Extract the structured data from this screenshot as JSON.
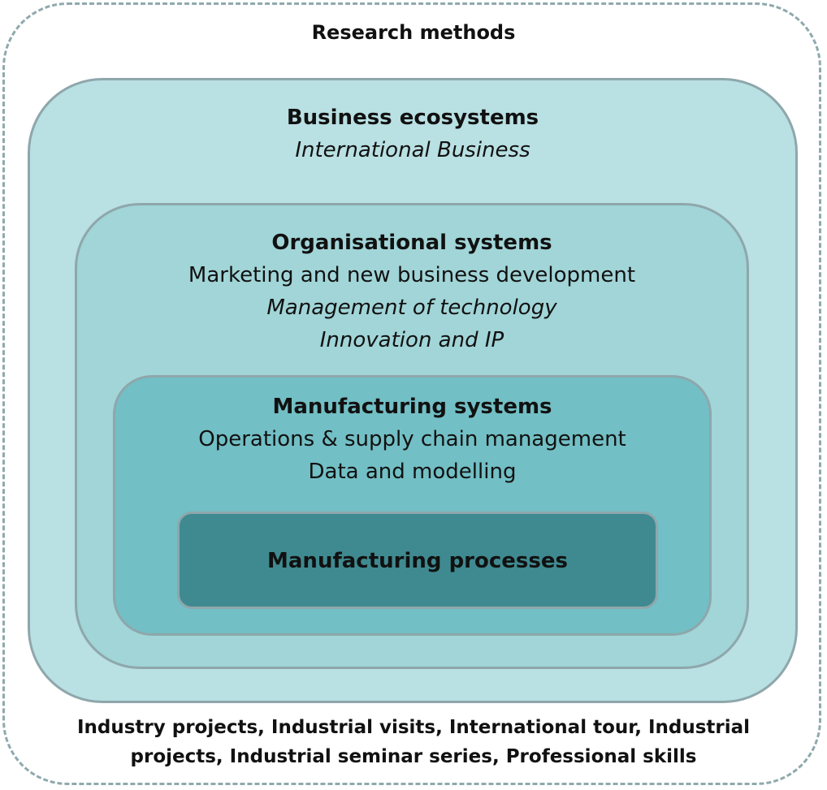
{
  "outer": {
    "title": "Research methods",
    "footer_line1": "Industry projects, Industrial visits, International tour, Industrial",
    "footer_line2": "projects, Industrial seminar series, Professional skills"
  },
  "business": {
    "heading": "Business ecosystems",
    "subtitle": "International Business"
  },
  "organisational": {
    "heading": "Organisational systems",
    "item1": "Marketing and new business development",
    "item2": "Management of technology",
    "item3": "Innovation and IP"
  },
  "manufacturing": {
    "heading": "Manufacturing systems",
    "item1": "Operations & supply chain management",
    "item2": "Data and modelling"
  },
  "processes": {
    "heading": "Manufacturing processes"
  }
}
